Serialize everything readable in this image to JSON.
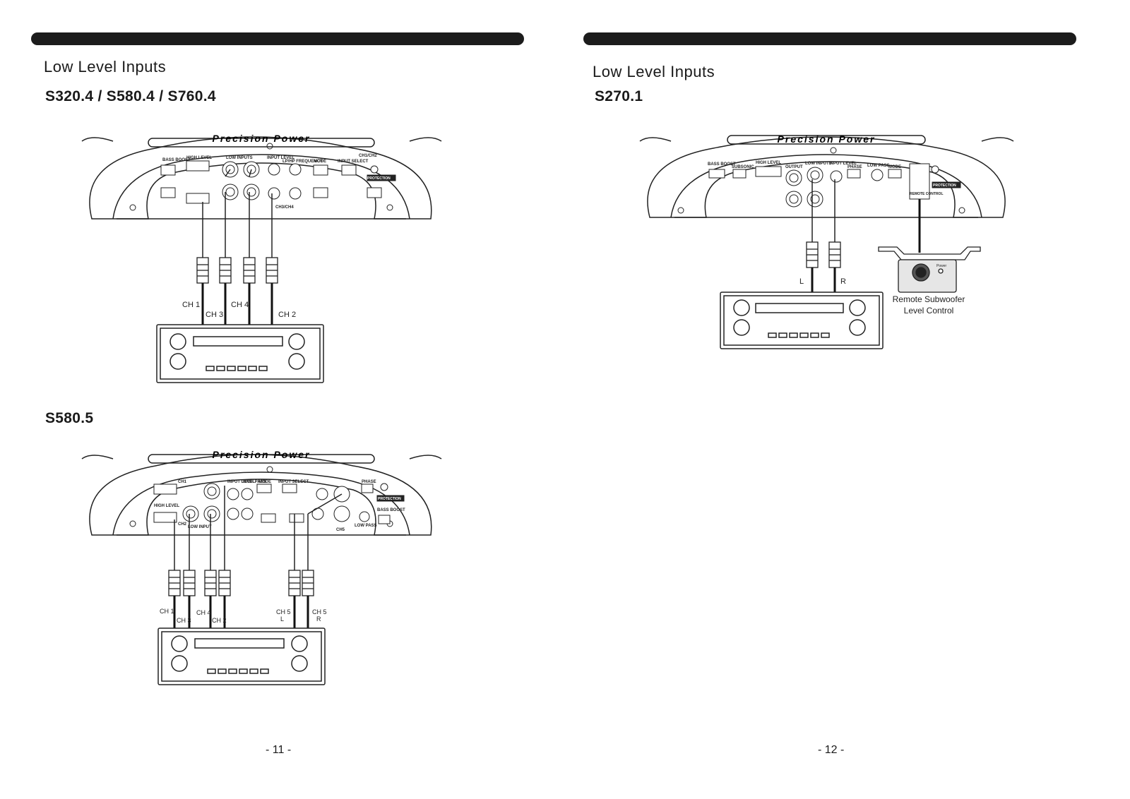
{
  "left_page": {
    "section_title": "Low Level Inputs",
    "model_a": "S320.4 / S580.4 / S760.4",
    "model_b": "S580.5",
    "page_number": "- 11 -",
    "brand": "Precision Power",
    "diagram_a": {
      "panel_labels": [
        "BASS BOOST",
        "HIGH LEVEL",
        "LOW INPUTS",
        "INPUT LEVEL",
        "LP/HP FREQUENCY",
        "MODE",
        "INPUT SELECT",
        "CH1/CH2",
        "PROTECTION",
        "CH3/CH4"
      ],
      "channel_labels": [
        "CH 1",
        "CH 3",
        "CH 4",
        "CH 2"
      ]
    },
    "diagram_b": {
      "panel_labels": [
        "CH1",
        "CH2",
        "INPUT LEVEL",
        "HIGH PASS",
        "MODE",
        "INPUT SELECT",
        "PHASE",
        "PROTECTION",
        "LOW PASS",
        "BASS BOOST",
        "CH5",
        "LOW INPUT",
        "HIGH LEVEL"
      ],
      "channel_labels": [
        "CH 1",
        "CH 3",
        "CH 4",
        "CH 2",
        "CH 5",
        "L",
        "CH 5",
        "R"
      ]
    }
  },
  "right_page": {
    "section_title": "Low Level Inputs",
    "model": "S270.1",
    "page_number": "- 12 -",
    "brand": "Precision Power",
    "diagram": {
      "panel_labels": [
        "BASS BOOST",
        "SUBSONIC",
        "HIGH LEVEL",
        "OUTPUT",
        "LOW INPUTS",
        "INPUT LEVEL",
        "PHASE",
        "LOW PASS",
        "MODE",
        "REMOTE CONTROL",
        "PROTECTION"
      ],
      "channel_labels": [
        "L",
        "R"
      ],
      "remote_label_line1": "Remote Subwoofer",
      "remote_label_line2": "Level Control",
      "remote_knob_label": "Power"
    }
  }
}
